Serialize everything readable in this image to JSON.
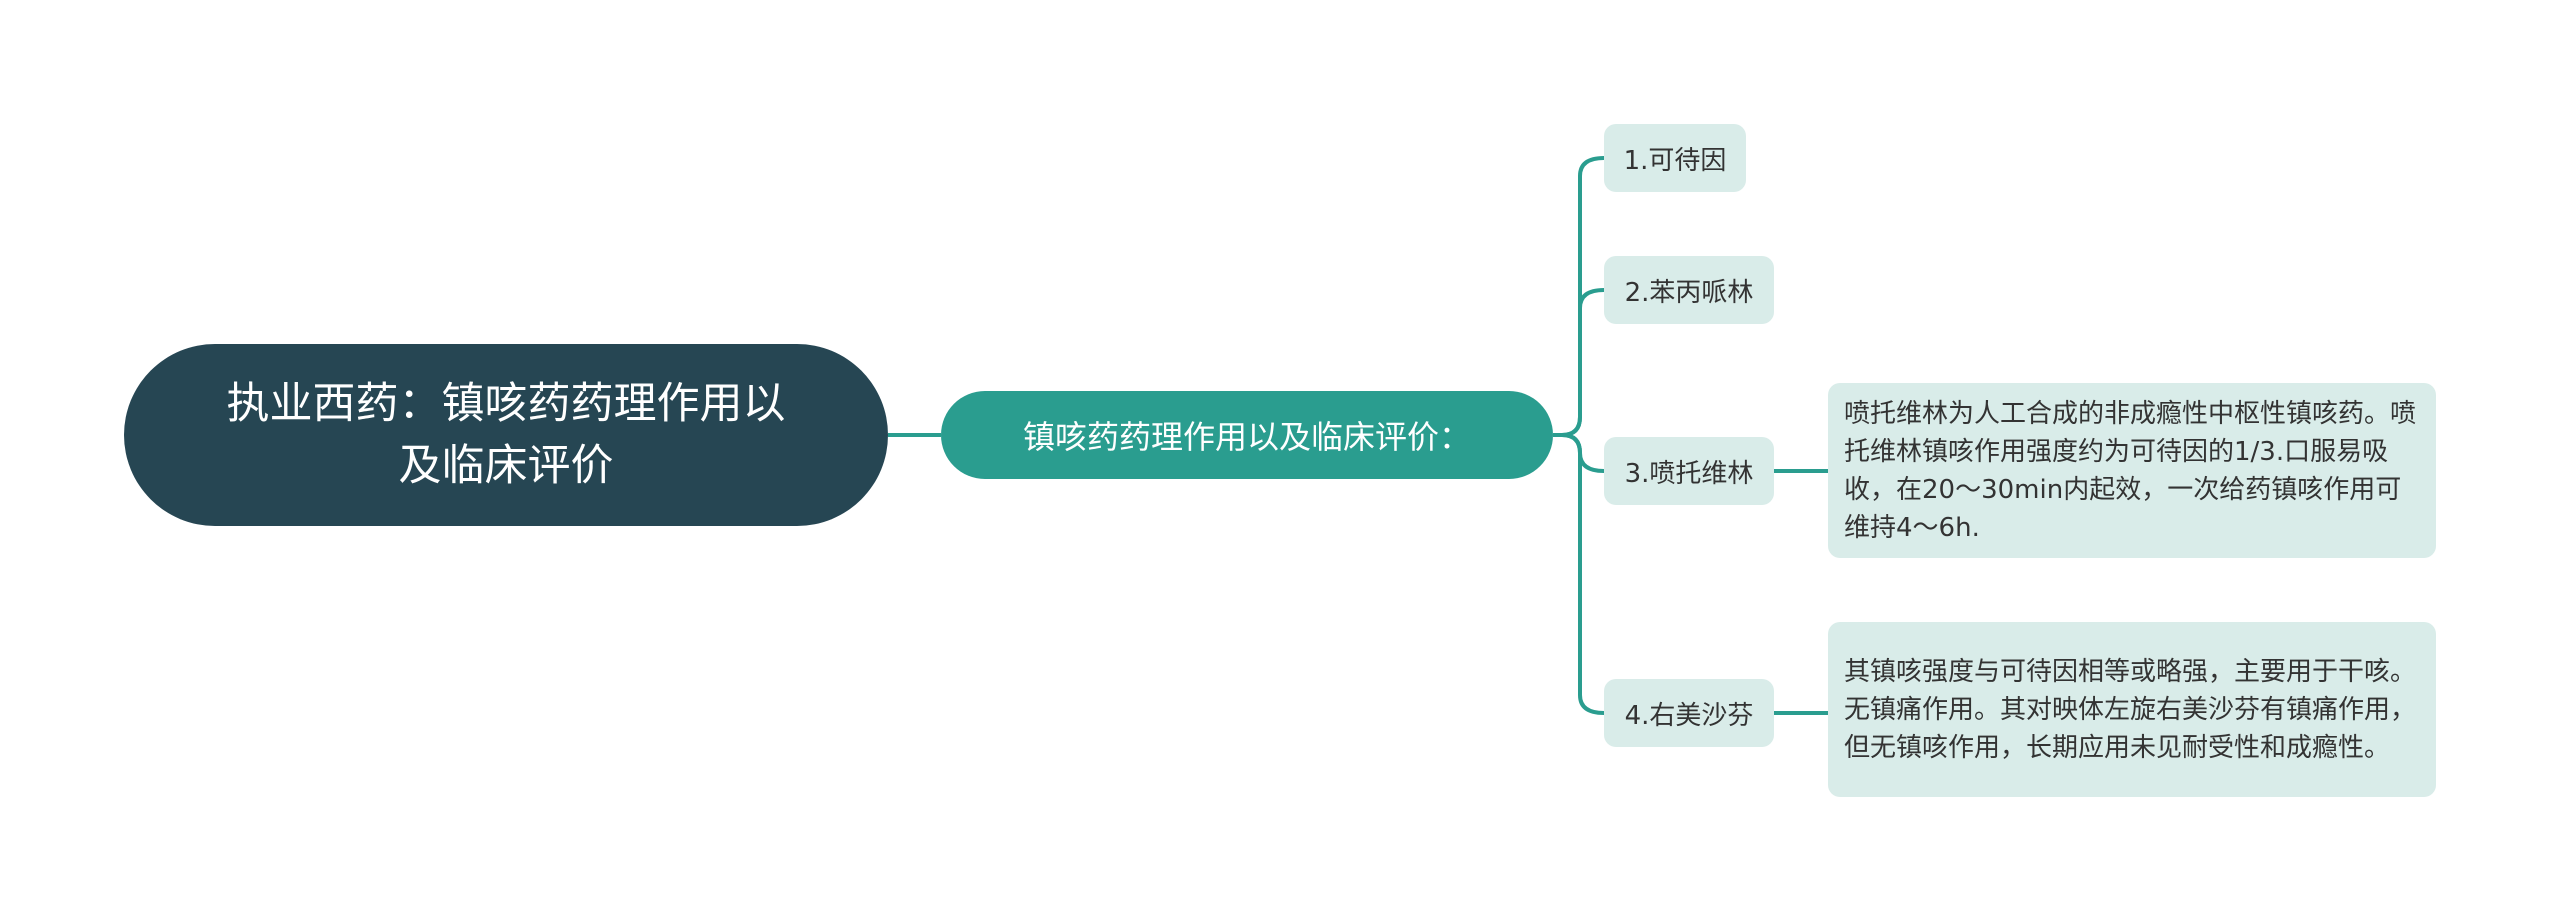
{
  "mindmap": {
    "root": {
      "label": "执业西药：镇咳药药理作用以及临床评价"
    },
    "branch": {
      "label": "镇咳药药理作用以及临床评价："
    },
    "items": [
      {
        "label": "1.可待因"
      },
      {
        "label": "2.苯丙哌林"
      },
      {
        "label": "3.喷托维林",
        "detail": "喷托维林为人工合成的非成瘾性中枢性镇咳药。喷托维林镇咳作用强度约为可待因的1/3.口服易吸收，在20～30min内起效，一次给药镇咳作用可维持4～6h."
      },
      {
        "label": "4.右美沙芬",
        "detail": "其镇咳强度与可待因相等或略强，主要用于干咳。无镇痛作用。其对映体左旋右美沙芬有镇痛作用，但无镇咳作用，长期应用未见耐受性和成瘾性。"
      }
    ],
    "colors": {
      "root_fill": "#264653",
      "branch_fill": "#2a9d8f",
      "leaf_fill": "#d9ece9",
      "connector": "#2a9d8f"
    }
  }
}
